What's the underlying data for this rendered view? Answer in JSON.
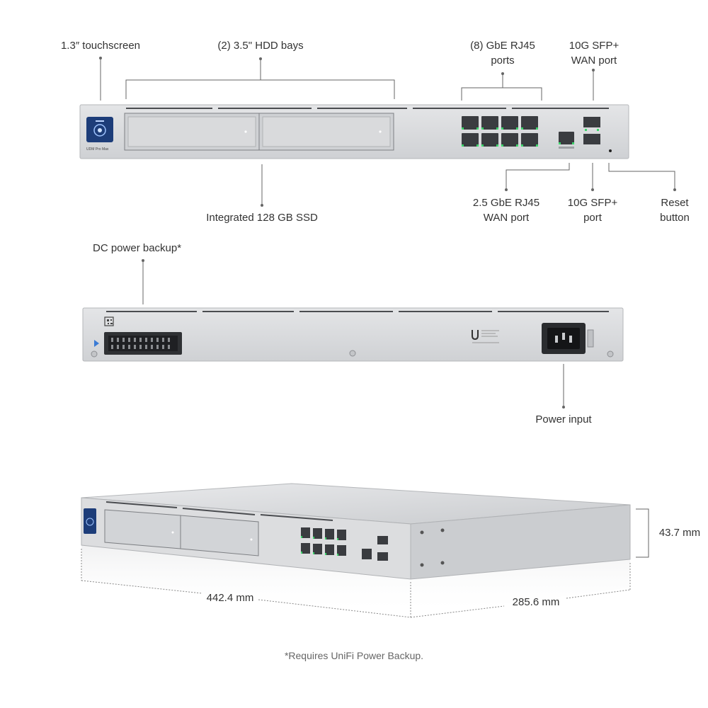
{
  "front_view": {
    "device_label": "UDM Pro Max",
    "labels": {
      "touchscreen": "1.3″ touchscreen",
      "hdd_bays": "(2) 3.5\" HDD bays",
      "gbe_ports_line1": "(8) GbE RJ45",
      "gbe_ports_line2": "ports",
      "sfp_wan_line1": "10G SFP+",
      "sfp_wan_line2": "WAN port",
      "ssd": "Integrated 128 GB SSD",
      "rj45_wan_line1": "2.5 GbE RJ45",
      "rj45_wan_line2": "WAN port",
      "sfp_port_line1": "10G SFP+",
      "sfp_port_line2": "port",
      "reset_line1": "Reset",
      "reset_line2": "button"
    }
  },
  "rear_view": {
    "labels": {
      "dc_backup": "DC power backup*",
      "power_input": "Power input"
    }
  },
  "perspective_view": {
    "dimensions": {
      "width": "442.4 mm",
      "depth": "285.6 mm",
      "height": "43.7 mm"
    }
  },
  "footnote": "*Requires UniFi Power Backup.",
  "colors": {
    "chassis": "#d9dadc",
    "chassis_edge": "#b9bbbe",
    "screen": "#1d3d79",
    "port_led": "#3cd46a",
    "leader_line": "#666666"
  }
}
